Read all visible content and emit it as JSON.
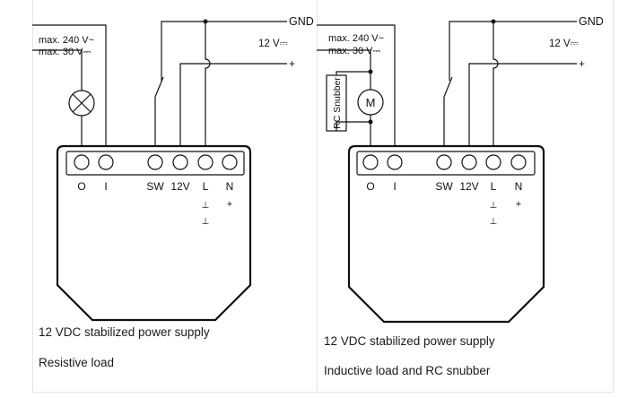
{
  "panels": [
    {
      "gnd": "GND",
      "supply_12v": "12 V⎓",
      "plus": "+",
      "max_ac": "max. 240 V~",
      "max_dc": "max. 30 V⎓",
      "terminals": [
        "O",
        "I",
        "SW",
        "12V",
        "L",
        "N"
      ],
      "ground_mark": "⊥",
      "n_plus": "+",
      "caption_supply": "12 VDC stabilized power supply",
      "caption_load": "Resistive load"
    },
    {
      "gnd": "GND",
      "supply_12v": "12 V⎓",
      "plus": "+",
      "max_ac": "max. 240 V~",
      "max_dc": "max. 30 V⎓",
      "snubber": "RC Snubber",
      "motor": "M",
      "terminals": [
        "O",
        "I",
        "SW",
        "12V",
        "L",
        "N"
      ],
      "ground_mark": "⊥",
      "n_plus": "+",
      "caption_supply": "12 VDC stabilized power supply",
      "caption_load": "Inductive load and RC snubber"
    }
  ]
}
